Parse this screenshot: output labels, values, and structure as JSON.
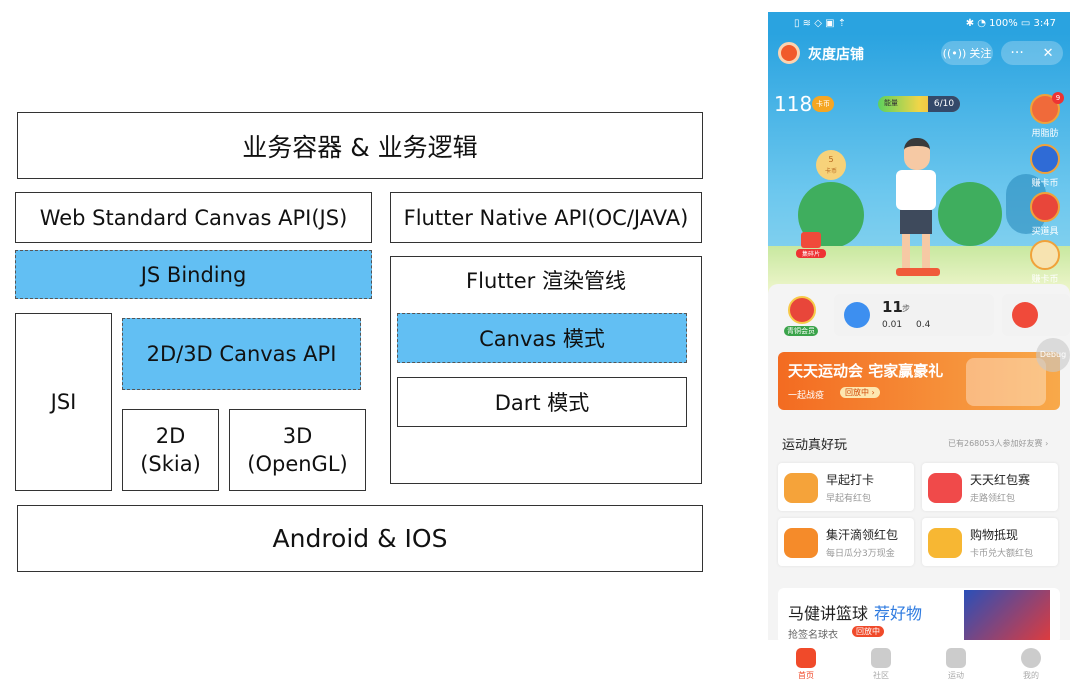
{
  "diagram": {
    "top_layer": "业务容器 & 业务逻辑",
    "web_api": "Web Standard Canvas API(JS)",
    "flutter_api": "Flutter Native API(OC/JAVA)",
    "js_binding": "JS Binding",
    "jsi": "JSI",
    "canvas_api": "2D/3D Canvas API",
    "skia_line1": "2D",
    "skia_line2": "(Skia)",
    "opengl_line1": "3D",
    "opengl_line2": "(OpenGL)",
    "flutter_pipeline": "Flutter 渲染管线",
    "canvas_mode": "Canvas 模式",
    "dart_mode": "Dart 模式",
    "bottom_layer": "Android & IOS"
  },
  "phone": {
    "status_left": "▯ ≋ ◇ ▣ ⇡",
    "status_right": "✱ ◔ 100% ▭ 3:47",
    "shop_name": "灰度店铺",
    "follow": "关注",
    "more": "···",
    "close": "✕",
    "coins": "118",
    "coin_unit": "卡币",
    "energy_label": "能量",
    "energy_value": "6/10",
    "side_items": [
      "用脂肪",
      "赚卡币",
      "买道具",
      "赚卡币"
    ],
    "side_badge": "9",
    "pending_num": "5",
    "pending_label": "卡币",
    "collect": "集碎片",
    "member": "青铜会员",
    "steps_num": "11",
    "steps_unit": "步",
    "steps_km": "0.01",
    "steps_kcal": "0.4",
    "promo_title": "天天运动会 宅家赢豪礼",
    "promo_sub": "一起战疫",
    "promo_tag": "回放中 ›",
    "debug": "Debug",
    "section_title": "运动真好玩",
    "section_extra": "已有268053人参加好友赛 ›",
    "games": [
      {
        "title": "早起打卡",
        "sub": "早起有红包",
        "color": "#f5a33a"
      },
      {
        "title": "天天红包赛",
        "sub": "走路领红包",
        "color": "#f04a4a"
      },
      {
        "title": "集汗滴领红包",
        "sub": "每日瓜分3万现金",
        "color": "#f58b2a"
      },
      {
        "title": "购物抵现",
        "sub": "卡币兑大额红包",
        "color": "#f7b733"
      }
    ],
    "banner_title": "马健讲篮球",
    "banner_highlight": "荐好物",
    "banner_sub": "抢签名球衣",
    "banner_tag": "回放中",
    "nav": [
      "首页",
      "社区",
      "运动",
      "我的"
    ],
    "accent": "#f04a2a"
  }
}
